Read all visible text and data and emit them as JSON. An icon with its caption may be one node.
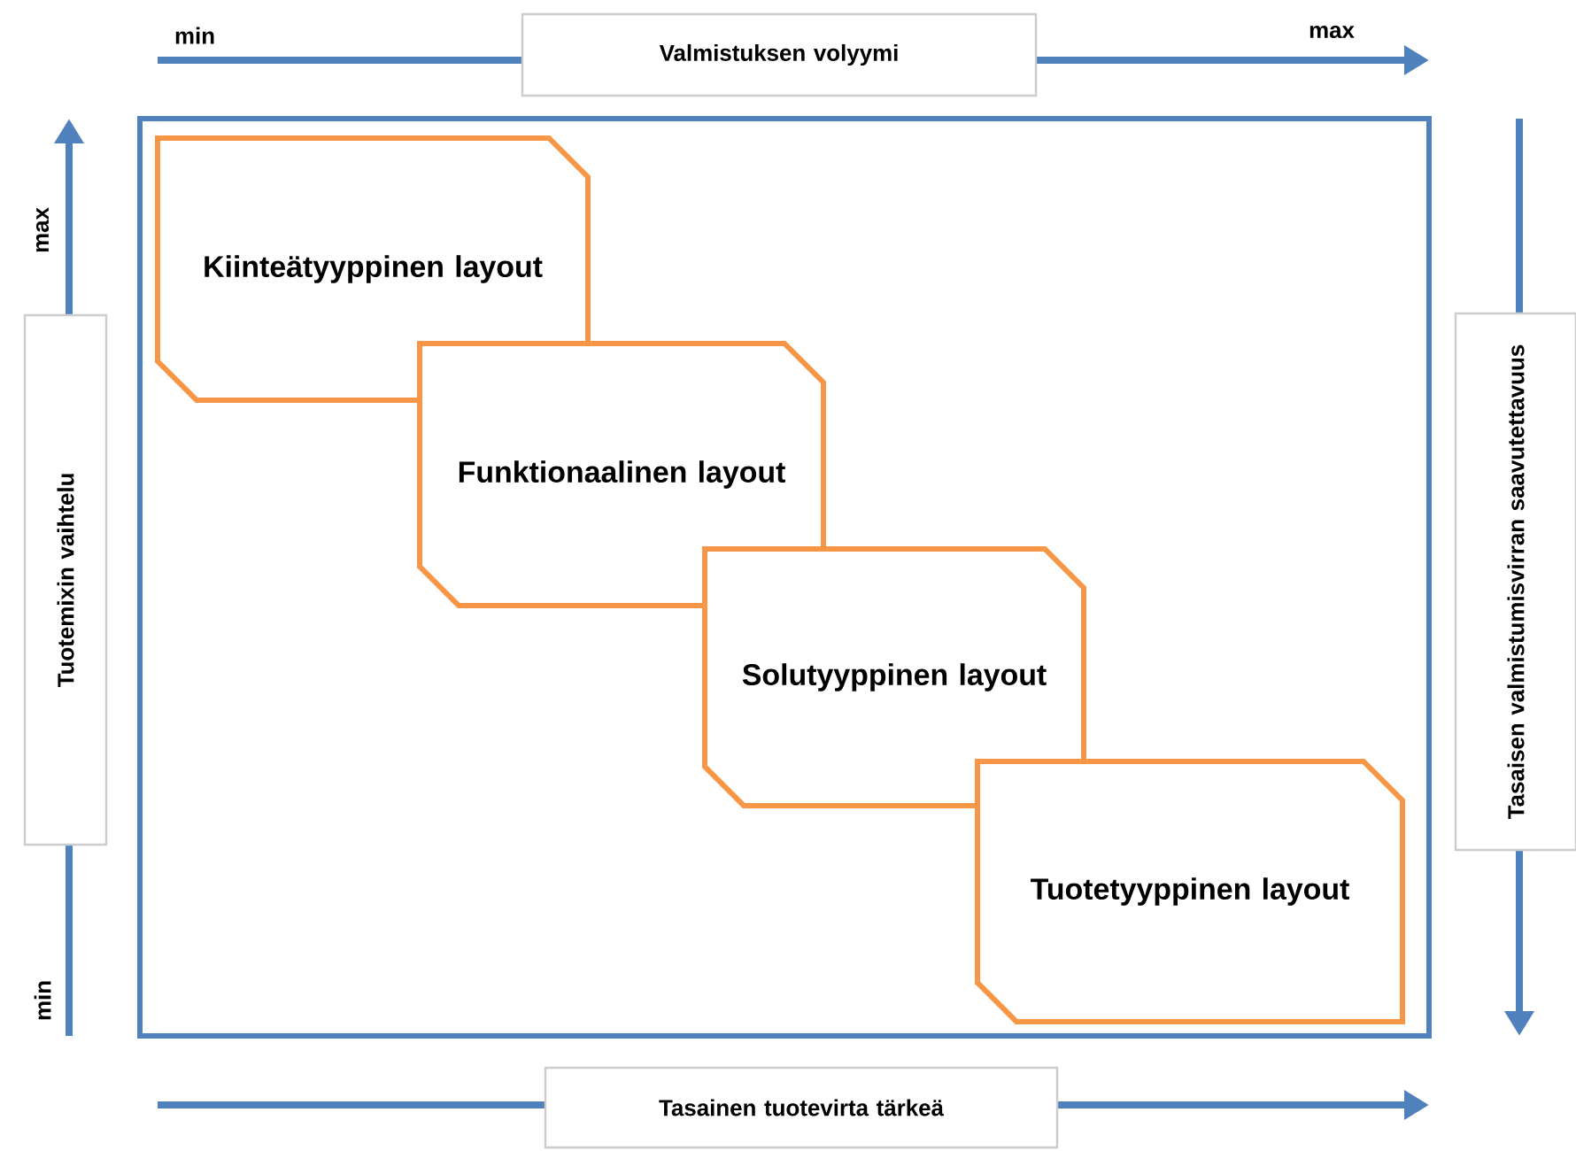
{
  "diagram": {
    "nodes": [
      {
        "text": [
          "Valmistuksen volyymi"
        ]
      },
      {
        "text": [
          "Tuotemixin vaihtelu"
        ]
      },
      {
        "text": [
          "Kiinteätyyppinen layout"
        ]
      },
      {
        "text": [
          "Funktionaalinen layout"
        ]
      },
      {
        "text": [
          "Solutyyppinen layout"
        ]
      },
      {
        "text": [
          "Tuotetyyppinen layout"
        ]
      },
      {
        "text": [
          "Tasaisen valmistumisvirran saavutettavuus"
        ]
      },
      {
        "text": [
          "Tasainen tuotevirta tärkeä"
        ]
      }
    ],
    "labels": [
      "min",
      "max",
      "max",
      "min"
    ]
  }
}
